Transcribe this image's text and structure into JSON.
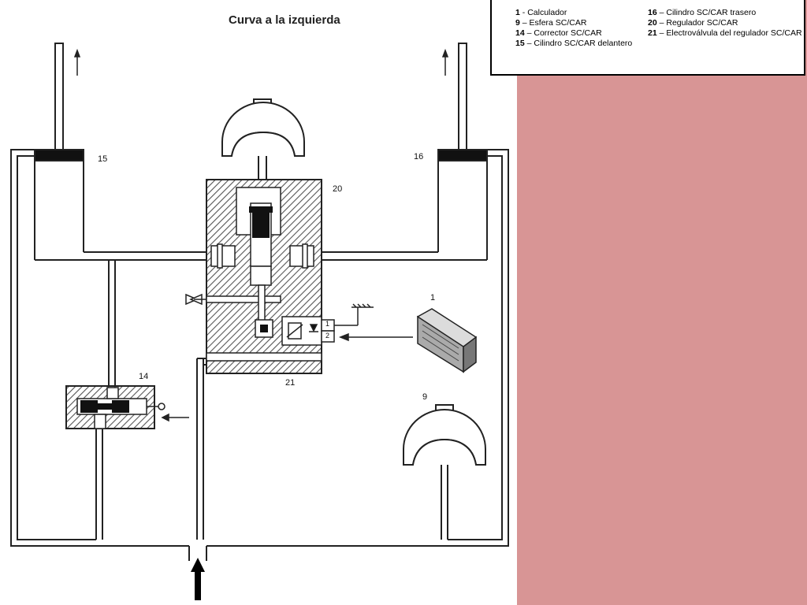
{
  "title": "Curva a la izquierda",
  "colors": {
    "side_panel": "#d89595",
    "line": "#222222",
    "hatch": "#555555",
    "black": "#000000"
  },
  "legend": {
    "items": [
      {
        "num": "1",
        "sep": " -  ",
        "text": "Calculador"
      },
      {
        "num": "9",
        "sep": " – ",
        "text": "Esfera SC/CAR"
      },
      {
        "num": "14",
        "sep": " – ",
        "text": "Corrector SC/CAR"
      },
      {
        "num": "15",
        "sep": " – ",
        "text": "Cilindro SC/CAR delantero"
      },
      {
        "num": "16",
        "sep": " – ",
        "text": "Cilindro SC/CAR trasero"
      },
      {
        "num": "20",
        "sep": " – ",
        "text": "Regulador SC/CAR"
      },
      {
        "num": "21",
        "sep": " – ",
        "text": "Electroválvula del regulador SC/CAR"
      }
    ]
  },
  "callouts": {
    "c15": "15",
    "c16": "16",
    "c20": "20",
    "c1": "1",
    "c14": "14",
    "c21": "21",
    "c9": "9",
    "port1": "1",
    "port2": "2"
  },
  "icons": [
    "up-arrow-icon",
    "left-arrow-icon",
    "valve-icon",
    "ground-icon",
    "solenoid-icon",
    "diode-icon"
  ]
}
